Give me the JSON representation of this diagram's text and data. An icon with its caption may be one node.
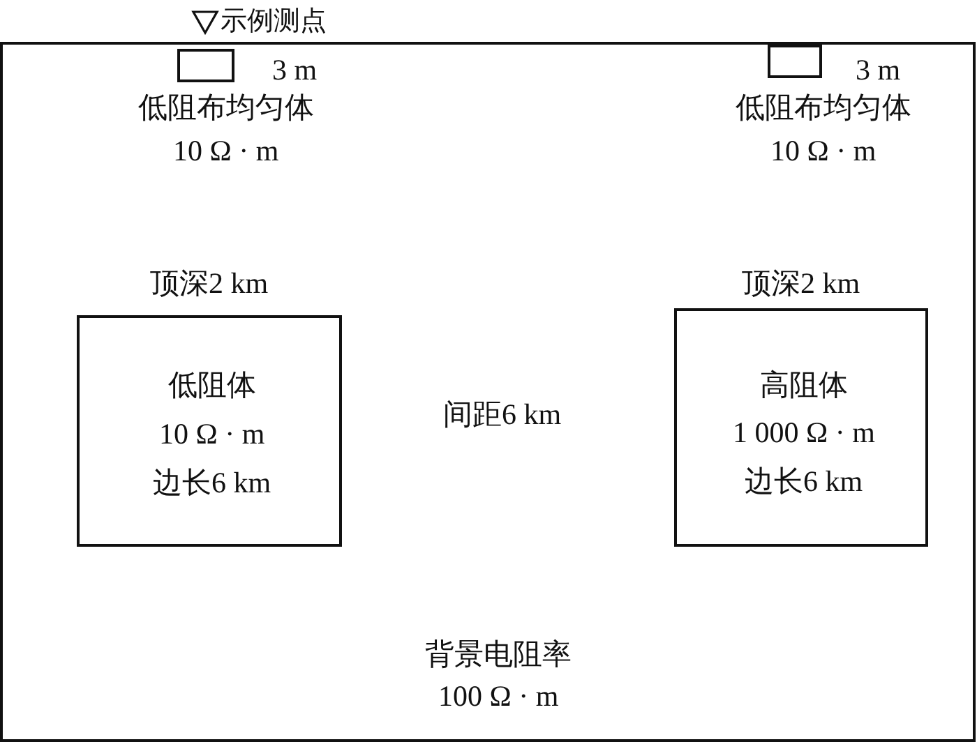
{
  "diagram": {
    "nodes": [
      {
        "text": [
          "背景电阻率",
          "100 Ω · m"
        ]
      },
      {
        "text": [],
        "shape": "box",
        "in": 0,
        "beside": [
          "3 m",
          "低阻布均匀体",
          "10 Ω · m"
        ]
      },
      {
        "text": [],
        "shape": "box",
        "in": 0,
        "beside": [
          "3 m",
          "低阻布均匀体",
          "10 Ω · m"
        ]
      },
      {
        "text": [
          "低阻体",
          "10 Ω · m",
          "边长6 km"
        ],
        "in": 0,
        "beside": [
          "顶深2 km"
        ]
      },
      {
        "text": [
          "高阻体",
          "1 000 Ω · m",
          "边长6 km"
        ],
        "in": 0,
        "beside": [
          "顶深2 km"
        ]
      }
    ],
    "labels": [
      "间距6 km"
    ],
    "legend": [
      {
        "text": "示例测点"
      }
    ]
  }
}
